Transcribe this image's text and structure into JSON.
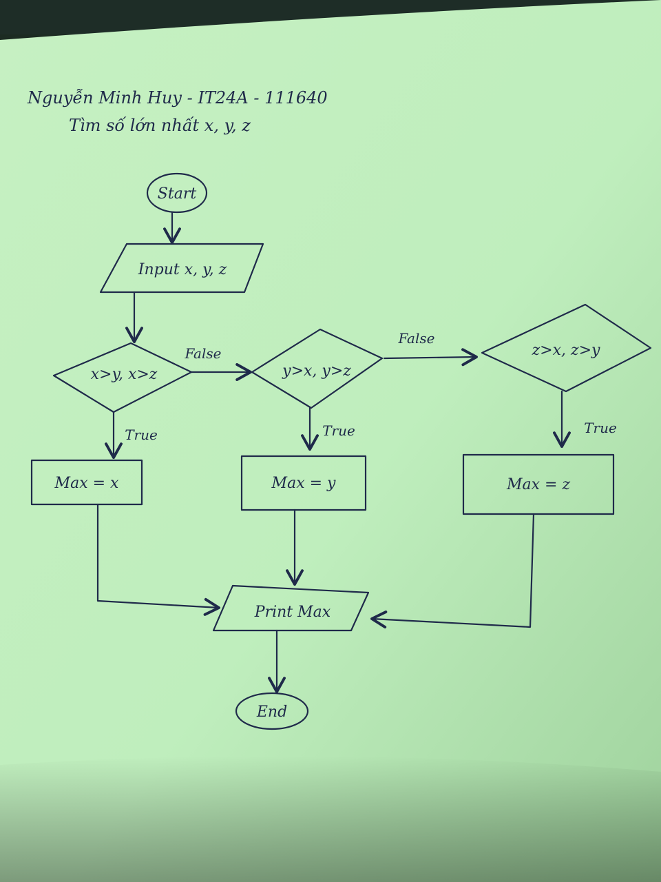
{
  "header": {
    "line1": "Nguyễn Minh Huy - IT24A - 111640",
    "line2": "Tìm số lớn nhất x, y, z"
  },
  "nodes": {
    "start": "Start",
    "input": "Input x, y, z",
    "cond1": "x>y, x>z",
    "cond2": "y>x, y>z",
    "cond3": "z>x, z>y",
    "max_x": "Max = x",
    "max_y": "Max = y",
    "max_z": "Max = z",
    "print": "Print Max",
    "end": "End"
  },
  "edges": {
    "false1": "False",
    "false2": "False",
    "true1": "True",
    "true2": "True",
    "true3": "True"
  },
  "colors": {
    "paper": "#c9f2c4",
    "ink": "#1f2a4a",
    "background": "#1c2b22"
  }
}
